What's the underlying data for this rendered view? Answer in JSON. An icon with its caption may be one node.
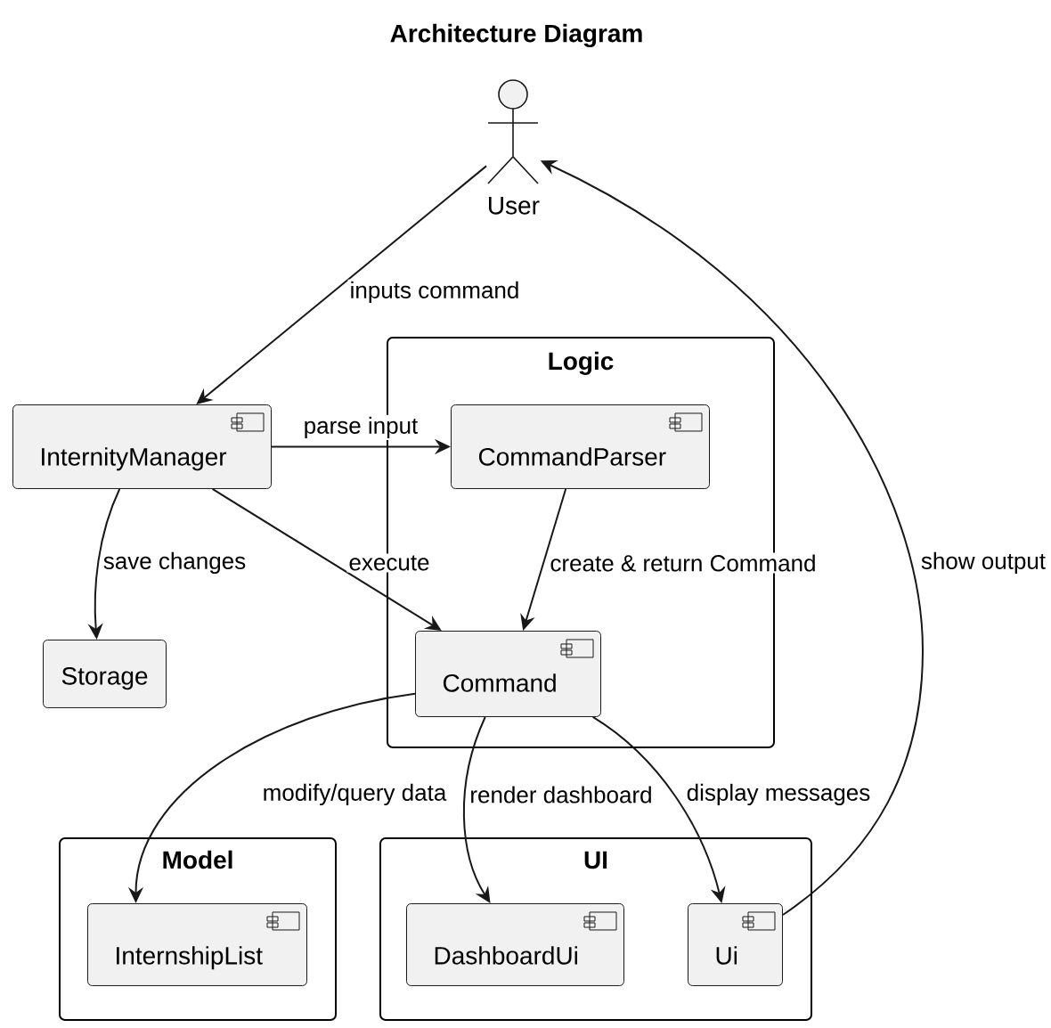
{
  "diagram": {
    "title": "Architecture Diagram",
    "nodes": [
      {
        "text": [
          "User"
        ]
      },
      {
        "text": [
          "InternityManager"
        ]
      },
      {
        "text": [
          "Logic"
        ]
      },
      {
        "text": [
          "CommandParser"
        ],
        "in": 2
      },
      {
        "text": [
          "Command"
        ],
        "in": 2
      },
      {
        "text": [
          "Storage"
        ]
      },
      {
        "text": [
          "Model"
        ]
      },
      {
        "text": [
          "InternshipList"
        ],
        "in": 6
      },
      {
        "text": [
          "UI"
        ]
      },
      {
        "text": [
          "DashboardUi"
        ],
        "in": 8
      },
      {
        "text": [
          "Ui"
        ],
        "in": 8
      }
    ],
    "edges": [
      {
        "from": 0,
        "to": 1,
        "arrow": "to",
        "label": "inputs command"
      },
      {
        "from": 1,
        "to": 3,
        "arrow": "to",
        "label": "parse input"
      },
      {
        "from": 1,
        "to": 5,
        "arrow": "to",
        "label": "save changes"
      },
      {
        "from": 1,
        "to": 4,
        "arrow": "to",
        "label": "execute"
      },
      {
        "from": 3,
        "to": 4,
        "arrow": "to",
        "label": "create & return Command"
      },
      {
        "from": 4,
        "to": 7,
        "arrow": "to",
        "label": "modify/query data"
      },
      {
        "from": 4,
        "to": 9,
        "arrow": "to",
        "label": "render dashboard"
      },
      {
        "from": 4,
        "to": 10,
        "arrow": "to",
        "label": "display messages"
      },
      {
        "from": 10,
        "to": 0,
        "arrow": "to",
        "label": "show output"
      }
    ]
  }
}
